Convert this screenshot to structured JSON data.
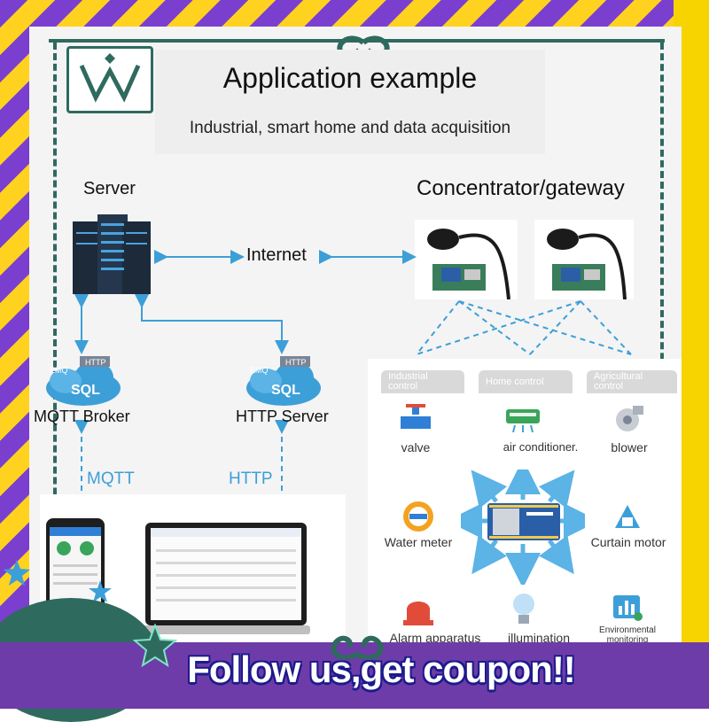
{
  "header": {
    "title": "Application example",
    "subtitle": "Industrial, smart home and data acquisition"
  },
  "nodes": {
    "server": "Server",
    "gateway": "Concentrator/gateway",
    "internet": "Internet",
    "mqtt_broker": "MQTT Broker",
    "http_server": "HTTP Server",
    "mqtt": "MQTT",
    "http": "HTTP",
    "cloud_emq": "EMQ",
    "cloud_http": "HTTP",
    "cloud_sql": "SQL"
  },
  "tabs": {
    "industrial": "Industrial control",
    "home": "Home control",
    "agricultural": "Agricultural control"
  },
  "devices": {
    "valve": "valve",
    "air_conditioner": "air conditioner.",
    "blower": "blower",
    "water_meter": "Water meter",
    "curtain_motor": "Curtain motor",
    "alarm": "Alarm apparatus",
    "illumination": "illumination",
    "environmental": "Environmental monitoring"
  },
  "banner": {
    "text": "Follow us,get coupon!!"
  },
  "colors": {
    "accent_blue": "#3d9fd8",
    "frame_green": "#2f6a5f",
    "banner_purple": "#6e3ca8"
  }
}
